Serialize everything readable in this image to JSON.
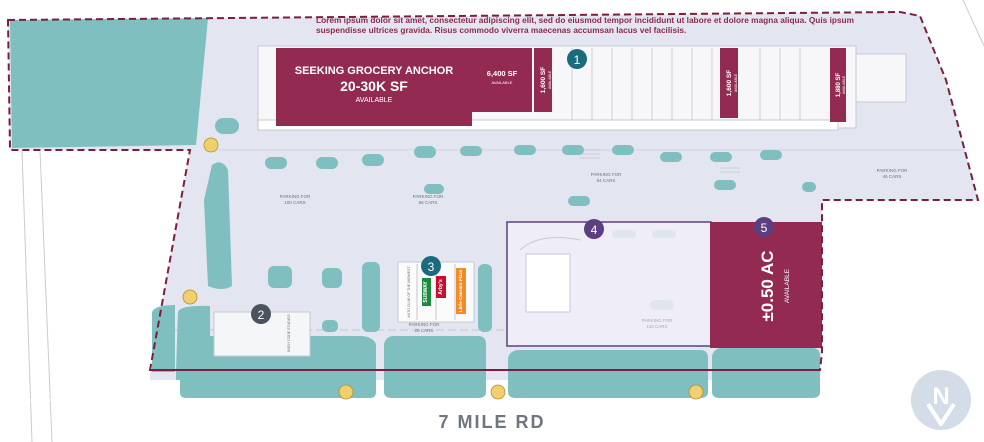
{
  "road": {
    "name": "7 MILE RD"
  },
  "note": {
    "text": "Lorem ipsum dolor sit amet, consectetur adipiscing elit, sed do eiusmod tempor incididunt ut labore et dolore magna aliqua. Quis ipsum suspendisse ultrices gravida. Risus commodo viverra maecenas accumsan lacus vel facilisis."
  },
  "grocery": {
    "title": "SEEKING GROCERY ANCHOR",
    "size": "20-30K SF",
    "status": "AVAILABLE"
  },
  "suites": [
    {
      "size": "6,400 SF",
      "status": "AVAILABLE"
    },
    {
      "size": "1,600 SF",
      "status": "AVAILABLE"
    },
    {
      "size": "1,600 SF",
      "status": "AVAILABLE"
    },
    {
      "size": "1,880 SF",
      "status": "AVAILABLE"
    }
  ],
  "outparcel": {
    "acres": "±0.50 AC",
    "status": "AVAILABLE"
  },
  "markers": [
    "1",
    "2",
    "3",
    "4",
    "5"
  ],
  "parking": [
    {
      "line1": "PARKING FOR",
      "line2": "100 CARS"
    },
    {
      "line1": "PARKING FOR",
      "line2": "56 CARS"
    },
    {
      "line1": "PARKING FOR",
      "line2": "84 CARS"
    },
    {
      "line1": "PARKING FOR",
      "line2": "46 CARS"
    },
    {
      "line1": "PARKING FOR",
      "line2": "25 CARS"
    },
    {
      "line1": "PARKING FOR",
      "line2": "110 CARS"
    }
  ],
  "tenants": {
    "subway": "SUBWAY",
    "arbys": "Arby's",
    "caesars": "Little Caesars Pizza",
    "aaa": "AUTO CLUB OF THE MIDWEST"
  },
  "body_shop": {
    "label": "BODY CODE STUDIOS"
  },
  "compass": {
    "letter": "N"
  },
  "colors": {
    "site": "#e3e6f0",
    "landscape": "#7fbfbf",
    "available": "#932a52",
    "boundary": "#7b1f3e",
    "marker": "#4d535e",
    "marker_teal": "#1a6b7d",
    "marker_purple": "#5c3f80",
    "parcel4": "#efeef8"
  }
}
